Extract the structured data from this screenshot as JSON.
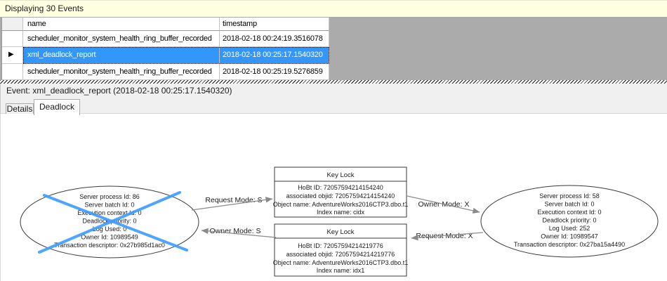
{
  "header_bar": {
    "text": "Displaying 30 Events"
  },
  "grid": {
    "columns": {
      "name": "name",
      "timestamp": "timestamp"
    },
    "selected_row_marker": "▶",
    "rows": [
      {
        "name": "scheduler_monitor_system_health_ring_buffer_recorded",
        "timestamp": "2018-02-18 00:24:19.3516078",
        "selected": false
      },
      {
        "name": "xml_deadlock_report",
        "timestamp": "2018-02-18 00:25:17.1540320",
        "selected": true
      },
      {
        "name": "scheduler_monitor_system_health_ring_buffer_recorded",
        "timestamp": "2018-02-18 00:25:19.5276859",
        "selected": false
      }
    ]
  },
  "event_bar": {
    "text": "Event: xml_deadlock_report (2018-02-18 00:25:17.1540320)"
  },
  "tabs": {
    "details": "Details",
    "deadlock": "Deadlock"
  },
  "graph": {
    "process_victim": {
      "lines": [
        "Server process Id: 86",
        "Server batch Id: 0",
        "Execution context Id: 0",
        "Deadlock priority: 0",
        "Log Used: 0",
        "Owner Id: 10989549",
        "Transaction descriptor: 0x27b985d1ac0"
      ]
    },
    "process_other": {
      "lines": [
        "Server process Id: 58",
        "Server batch Id: 0",
        "Execution context Id: 0",
        "Deadlock priority: 0",
        "Log Used: 252",
        "Owner Id: 10989547",
        "Transaction descriptor: 0x27ba15a4490"
      ]
    },
    "resource_top": {
      "title": "Key Lock",
      "lines": [
        "HoBt ID: 72057594214154240",
        "associated objid: 72057594214154240",
        "Object name: AdventureWorks2016CTP3.dbo.t1",
        "Index name: cidx"
      ]
    },
    "resource_bottom": {
      "title": "Key Lock",
      "lines": [
        "HoBt ID: 72057594214219776",
        "associated objid: 72057594214219776",
        "Object name: AdventureWorks2016CTP3.dbo.t1",
        "Index name: idx1"
      ]
    },
    "edges": {
      "top_left": "Request Mode: S",
      "bottom_left": "Owner Mode: S",
      "top_right": "Owner Mode: X",
      "bottom_right": "Request Mode: X"
    }
  },
  "colors": {
    "selection_blue": "#3296FA",
    "victim_cross_blue": "#3E9EFF",
    "info_bar_yellow": "#FFFFE1",
    "filler_gray": "#ABABAB"
  }
}
